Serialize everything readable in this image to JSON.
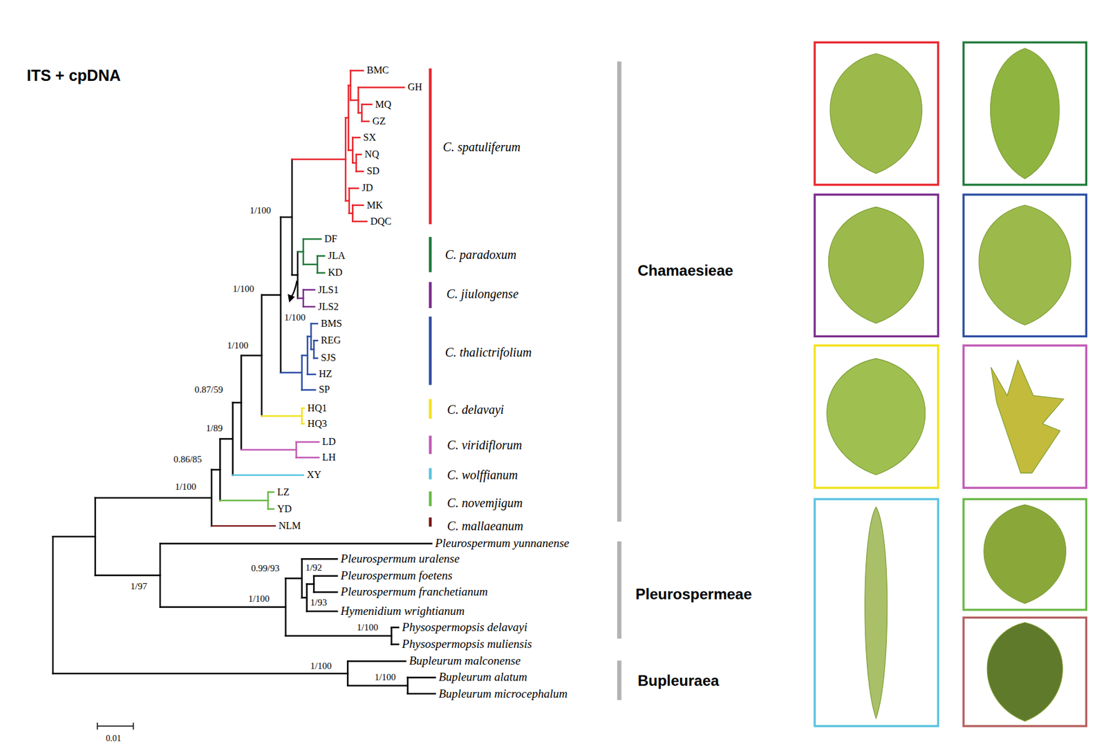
{
  "diagram": {
    "title": "ITS + cpDNA",
    "labels": [
      "BMC",
      "GH",
      "MQ",
      "GZ",
      "SX",
      "NQ",
      "SD",
      "JD",
      "MK",
      "DQC",
      "DF",
      "JLA",
      "KD",
      "JLS1",
      "JLS2",
      "BMS",
      "REG",
      "SJS",
      "HZ",
      "SP",
      "HQ1",
      "HQ3",
      "LD",
      "LH",
      "XY",
      "LZ",
      "YD",
      "NLM",
      "C. spatuliferum",
      "C. paradoxum",
      "C. jiulongense",
      "C. thalictrifolium",
      "C. delavayi",
      "C. viridiflorum",
      "C. wolffianum",
      "C. novemjigum",
      "C. mallaeanum",
      "Pleurospermum yunnanense",
      "Pleurospermum uralense",
      "Pleurospermum foetens",
      "Pleurospermum franchetianum",
      "Hymenidium wrightianum",
      "Physospermopsis delavayi",
      "Physospermopsis muliensis",
      "Bupleurum malconense",
      "Bupleurum alatum",
      "Bupleurum microcephalum",
      "Chamaesieae",
      "Pleurospermeae",
      "Bupleuraea",
      "1/100",
      "1/100",
      "1/100",
      "1/100",
      "0.87/59",
      "1/89",
      "0.86/85",
      "1/100",
      "1/97",
      "0.99/93",
      "1/92",
      "1/93",
      "1/100",
      "1/100",
      "1/100",
      "1/100",
      "0.01"
    ]
  }
}
